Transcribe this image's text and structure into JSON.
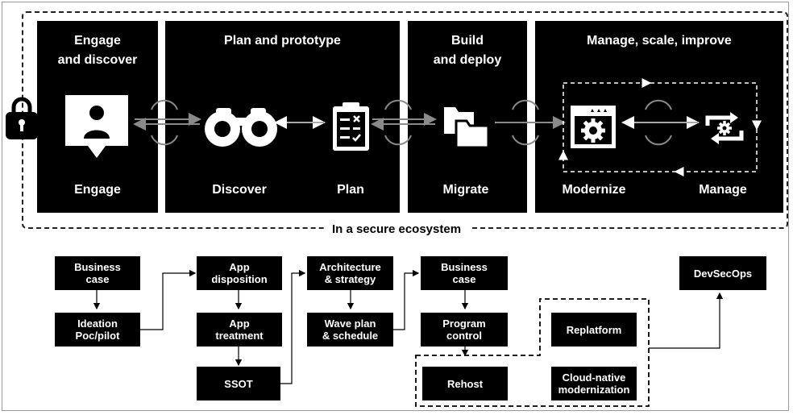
{
  "top_panels": [
    {
      "title": "Engage\nand discover"
    },
    {
      "title": "Plan and prototype"
    },
    {
      "title": "Build\nand deploy"
    },
    {
      "title": "Manage, scale, improve"
    }
  ],
  "stages": [
    "Engage",
    "Discover",
    "Plan",
    "Migrate",
    "Modernize",
    "Manage"
  ],
  "ecosystem_label": "In a secure ecosystem",
  "boxes": {
    "business_case_1": "Business\ncase",
    "ideation": "Ideation\nPoc/pilot",
    "app_disposition": "App\ndisposition",
    "app_treatment": "App\ntreatment",
    "ssot": "SSOT",
    "architecture": "Architecture\n& strategy",
    "wave_plan": "Wave plan\n& schedule",
    "business_case_2": "Business\ncase",
    "program_control": "Program\ncontrol",
    "rehost": "Rehost",
    "replatform": "Replatform",
    "cloud_native": "Cloud-native\nmodernization",
    "devsecops": "DevSecOps"
  },
  "icons": {
    "lock": "lock-icon",
    "engage": "person-chat-icon",
    "discover": "binoculars-icon",
    "plan": "clipboard-checklist-icon",
    "migrate": "folders-icon",
    "modernize": "app-window-gear-icon",
    "manage": "sync-gear-icon",
    "cycle": "cycle-arrows-icon"
  },
  "colors": {
    "panel": "#000000",
    "text_on_panel": "#ffffff",
    "background": "#ffffff",
    "connector_gray": "#8a8a8a"
  }
}
